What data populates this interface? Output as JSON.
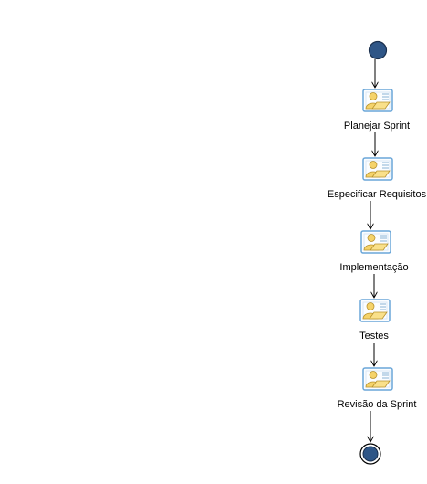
{
  "diagram": {
    "type": "activity-flow",
    "steps": [
      {
        "label": "Planejar Sprint",
        "icon": "activity-icon"
      },
      {
        "label": "Especificar Requisitos",
        "icon": "activity-icon"
      },
      {
        "label": "Implementação",
        "icon": "activity-icon"
      },
      {
        "label": "Testes",
        "icon": "activity-icon"
      },
      {
        "label": "Revisão da Sprint",
        "icon": "activity-icon"
      }
    ],
    "start_node": {
      "icon": "initial-node-icon"
    },
    "end_node": {
      "icon": "final-node-icon"
    },
    "colors": {
      "node_fill": "#2f5687",
      "node_stroke": "#1a2f4d",
      "icon_frame": "#6aa6d8",
      "icon_bg": "#fbfdff",
      "icon_figure": "#f5d36a",
      "icon_figure_stroke": "#b8922c",
      "line": "#000000"
    }
  }
}
